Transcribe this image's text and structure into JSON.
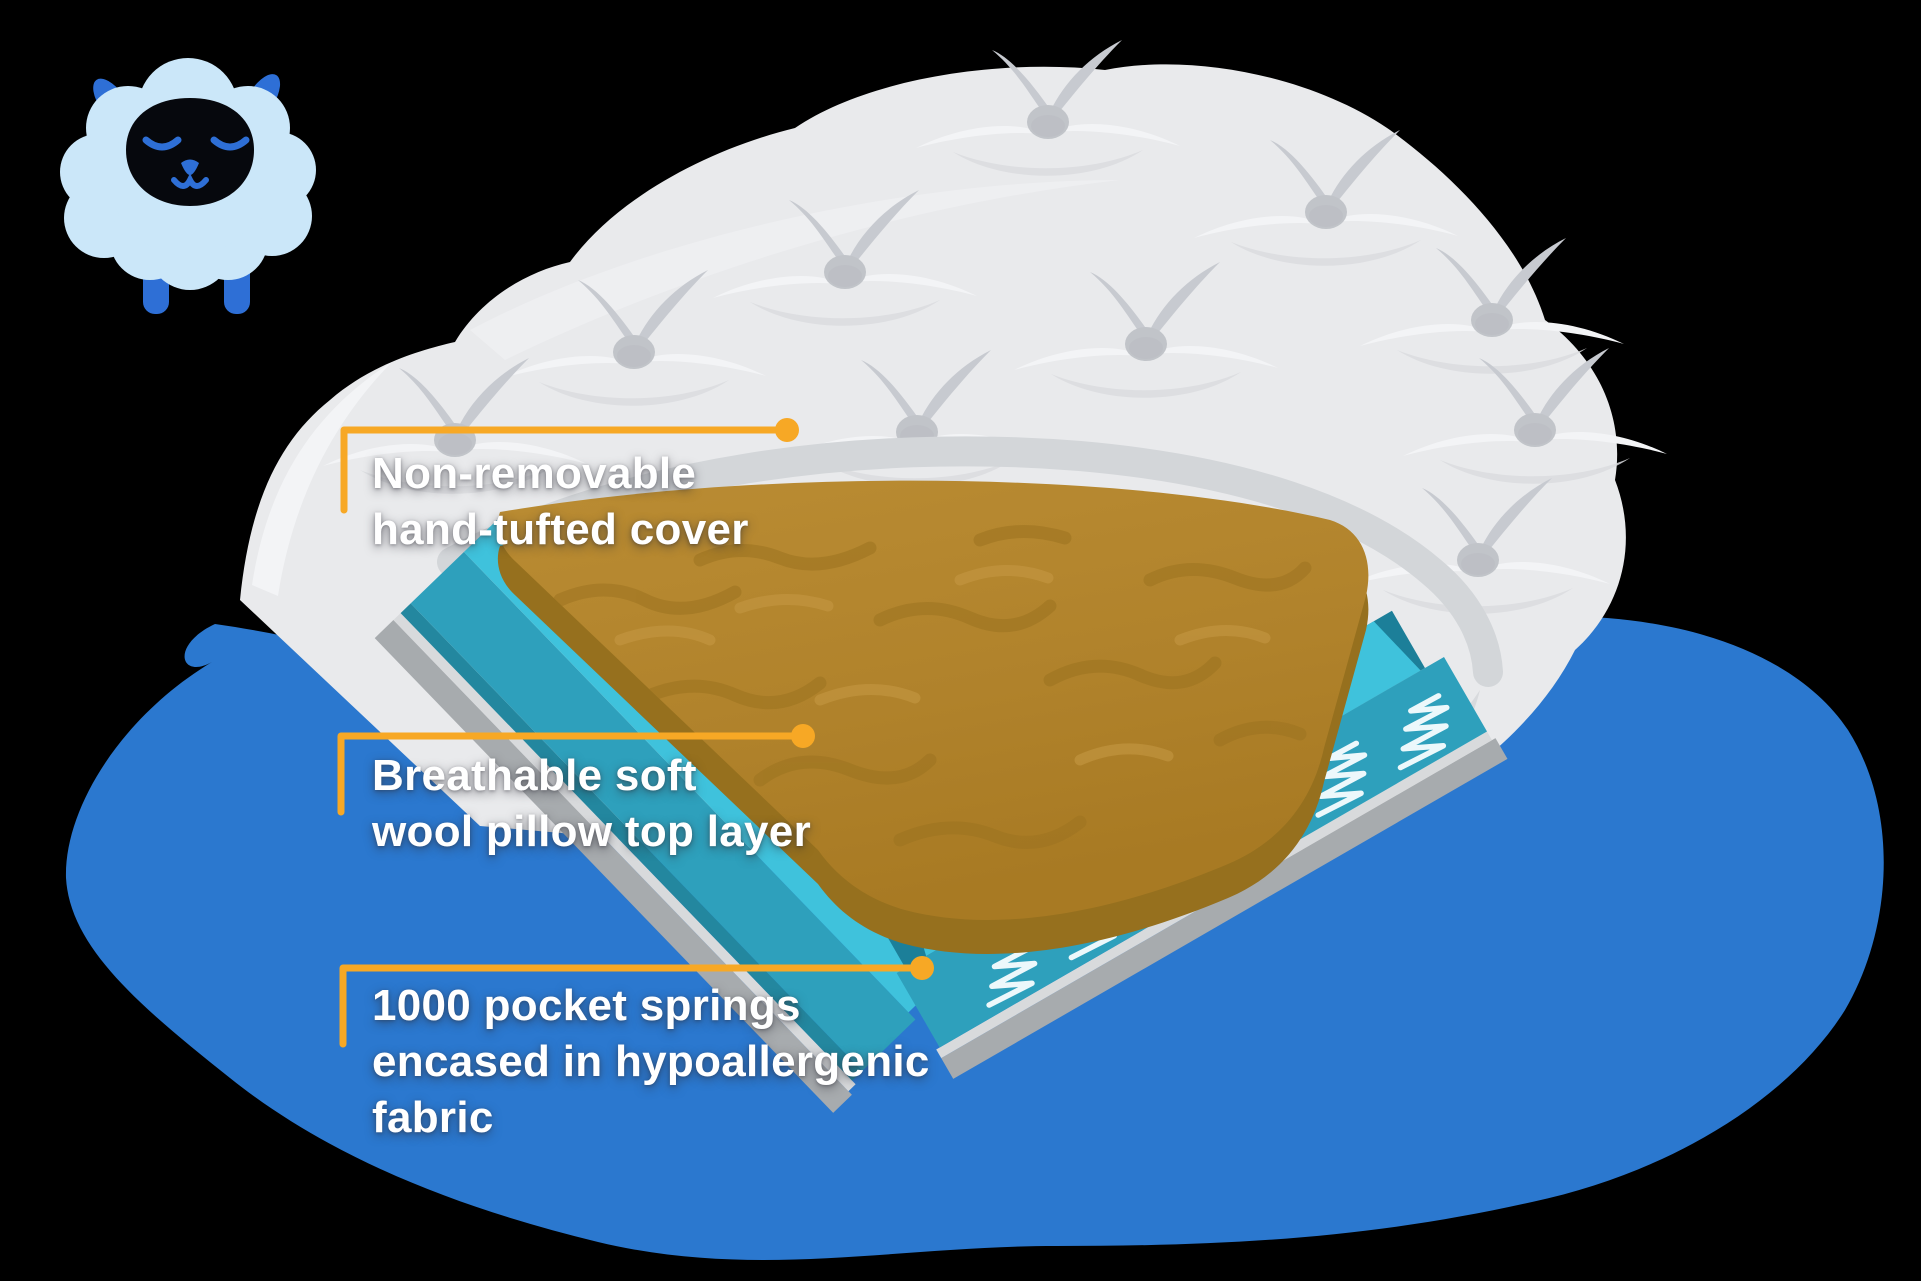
{
  "scene": {
    "background_color": "#000000",
    "blob_color": "#2B78CF",
    "accent_orange": "#F7A825",
    "mattress_color": "#E9EAEC",
    "wool_color": "#B0822B",
    "spring_teal_light": "#3FC2DC",
    "spring_teal_mid": "#2EA0BC",
    "text_color": "#FFFFFF",
    "sheep_body_color": "#CBE7F9",
    "sheep_accent_color": "#2E6FD6"
  },
  "labels": [
    {
      "id": "cover",
      "lines": [
        "Non-removable",
        "hand-tufted cover"
      ]
    },
    {
      "id": "wool",
      "lines": [
        "Breathable soft",
        "wool pillow top layer"
      ]
    },
    {
      "id": "springs",
      "lines": [
        "1000 pocket springs",
        "encased in hypoallergenic",
        "fabric"
      ]
    }
  ],
  "icons": {
    "sheep": "sheep-mascot-icon",
    "tuft": "mattress-tuft-icon",
    "spring": "spring-coil-icon"
  }
}
